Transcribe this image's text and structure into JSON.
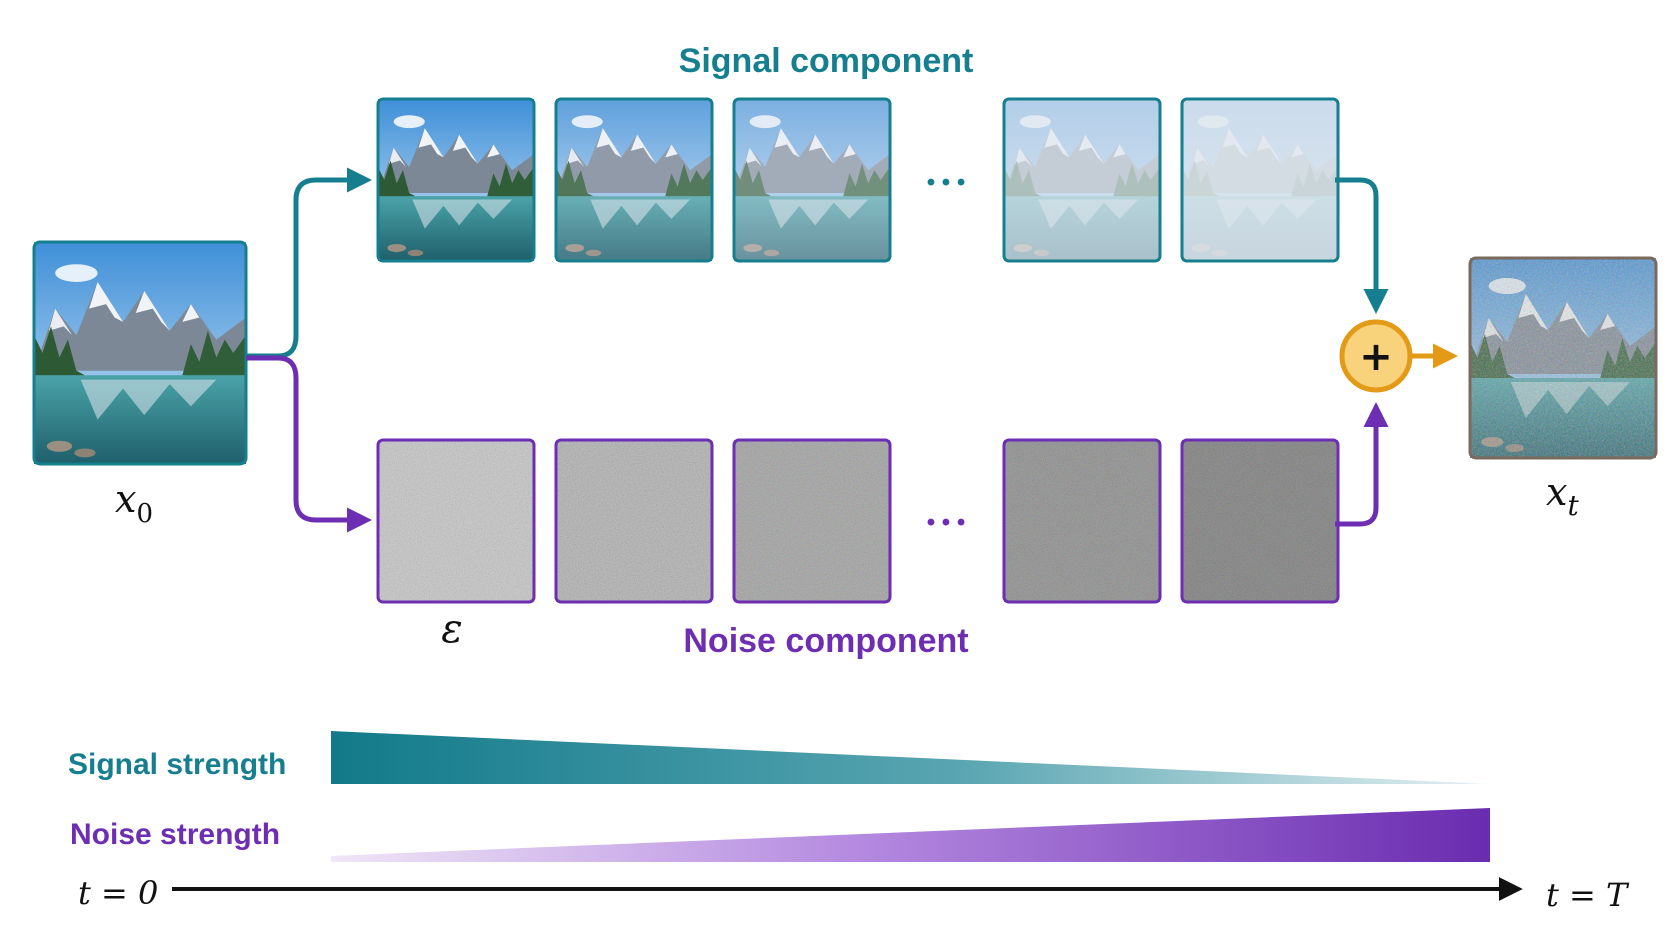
{
  "labels": {
    "signal_component": "Signal component",
    "noise_component": "Noise component",
    "x0_base": "x",
    "x0_sub": "0",
    "xt_base": "x",
    "xt_sub": "t",
    "epsilon": "ε",
    "ellipsis": "• • •",
    "plus": "+",
    "signal_strength": "Signal strength",
    "noise_strength": "Noise strength",
    "t_start": "t = 0",
    "t_end": "t = T"
  },
  "colors": {
    "teal": "#167f8f",
    "purple": "#6d2eb3",
    "orange": "#e39a16",
    "plus_fill": "#f9d27c",
    "sky": "#7fb6e6",
    "mountain": "#7f8b99",
    "snow": "#eef2f6",
    "forest": "#2e5b36",
    "water": "#2e7d8c",
    "noise_light": "#d6d6d6",
    "noise_dark": "#4a4a4a"
  },
  "icons": {
    "combine": "plus-circle-icon",
    "arrow": "arrow-head-icon"
  },
  "signal_sequence": {
    "fade_levels": [
      0,
      0.2,
      0.38,
      0.72,
      0.88
    ]
  },
  "noise_sequence": {
    "darkness_levels": [
      0.15,
      0.35,
      0.5,
      0.72,
      0.9
    ]
  },
  "output_noise_level": 0.5,
  "strength_bars": {
    "signal": {
      "start": 1.0,
      "end": 0.0
    },
    "noise": {
      "start": 0.0,
      "end": 1.0
    }
  }
}
